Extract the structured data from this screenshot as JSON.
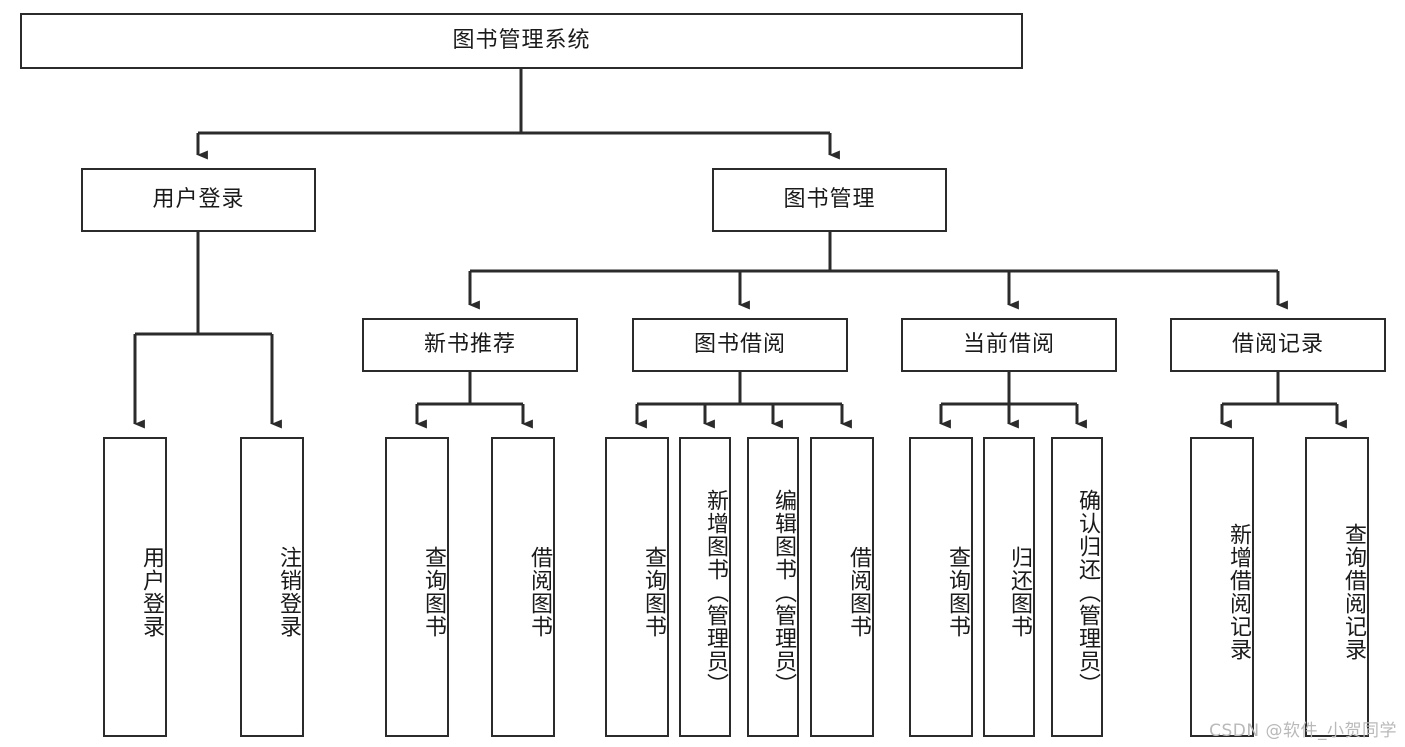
{
  "diagram": {
    "title": "图书管理系统",
    "type": "hierarchy-tree",
    "watermark": "CSDN @软件_小贺同学",
    "colors": {
      "border": "#2b2b2b",
      "background": "#ffffff",
      "text": "#1a1a1a",
      "watermark": "#b9b9b9"
    },
    "levels": {
      "root": {
        "label": "图书管理系统"
      },
      "level2": [
        {
          "id": "user-login",
          "label": "用户登录"
        },
        {
          "id": "book-manage",
          "label": "图书管理"
        }
      ],
      "level3": [
        {
          "id": "new-book-rec",
          "label": "新书推荐",
          "parent": "book-manage"
        },
        {
          "id": "book-borrow",
          "label": "图书借阅",
          "parent": "book-manage"
        },
        {
          "id": "current-borrow",
          "label": "当前借阅",
          "parent": "book-manage"
        },
        {
          "id": "borrow-record",
          "label": "借阅记录",
          "parent": "book-manage"
        }
      ],
      "leaves": [
        {
          "id": "leaf-user-login",
          "label": "用户登录",
          "parent": "user-login"
        },
        {
          "id": "leaf-user-logout",
          "label": "注销登录",
          "parent": "user-login"
        },
        {
          "id": "leaf-rec-query",
          "label": "查询图书",
          "parent": "new-book-rec"
        },
        {
          "id": "leaf-rec-borrow",
          "label": "借阅图书",
          "parent": "new-book-rec"
        },
        {
          "id": "leaf-borrow-query",
          "label": "查询图书",
          "parent": "book-borrow"
        },
        {
          "id": "leaf-borrow-add",
          "label": "新增图书（管理员）",
          "parent": "book-borrow"
        },
        {
          "id": "leaf-borrow-edit",
          "label": "编辑图书（管理员）",
          "parent": "book-borrow"
        },
        {
          "id": "leaf-borrow-lend",
          "label": "借阅图书",
          "parent": "book-borrow"
        },
        {
          "id": "leaf-cur-query",
          "label": "查询图书",
          "parent": "current-borrow"
        },
        {
          "id": "leaf-cur-return",
          "label": "归还图书",
          "parent": "current-borrow"
        },
        {
          "id": "leaf-cur-confirm",
          "label": "确认归还（管理员）",
          "parent": "current-borrow"
        },
        {
          "id": "leaf-rec-add",
          "label": "新增借阅记录",
          "parent": "borrow-record"
        },
        {
          "id": "leaf-rec-search",
          "label": "查询借阅记录",
          "parent": "borrow-record"
        }
      ]
    }
  }
}
